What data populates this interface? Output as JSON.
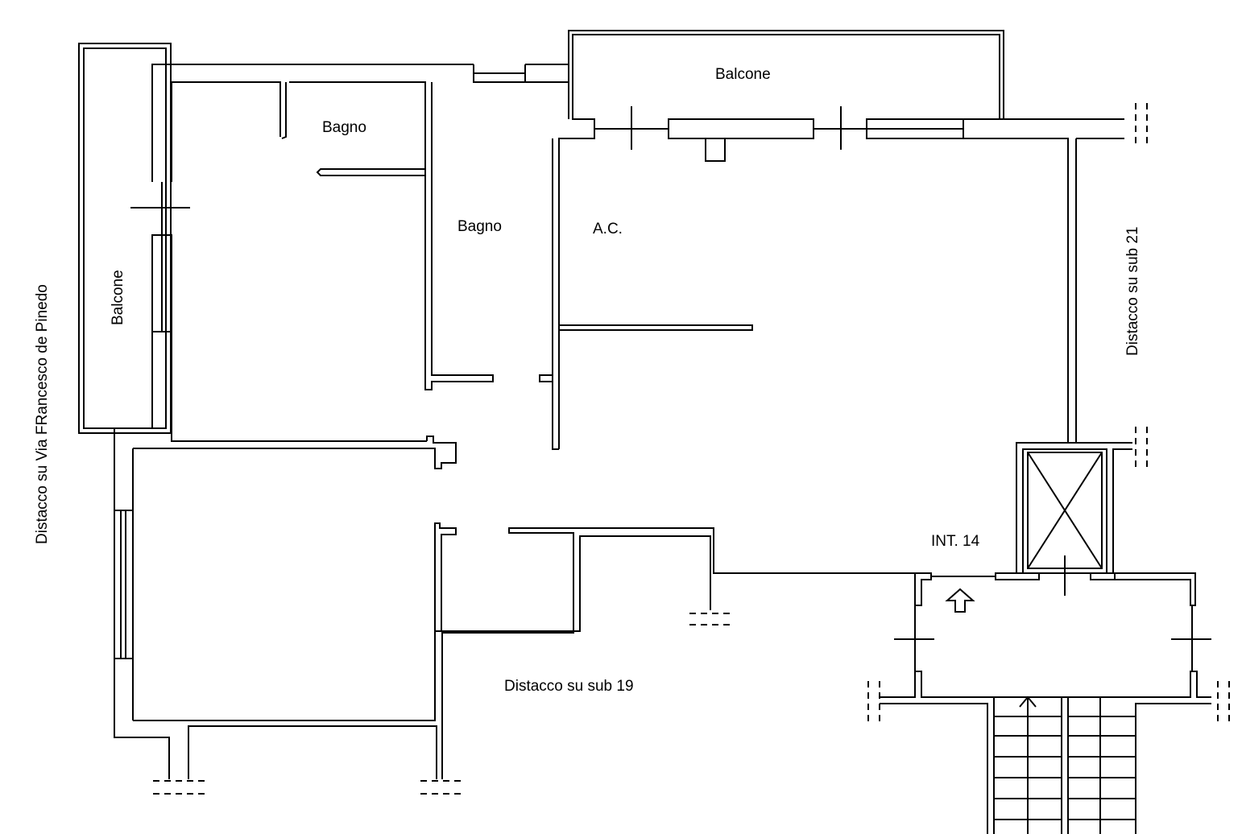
{
  "labels": {
    "balcone_top": "Balcone",
    "balcone_left": "Balcone",
    "bagno_1": "Bagno",
    "bagno_2": "Bagno",
    "ac": "A.C.",
    "int": "INT. 14",
    "distacco_left": "Distacco su Via FRancesco de Pinedo",
    "distacco_right": "Distacco su sub 21",
    "distacco_bottom": "Distacco su sub 19"
  }
}
